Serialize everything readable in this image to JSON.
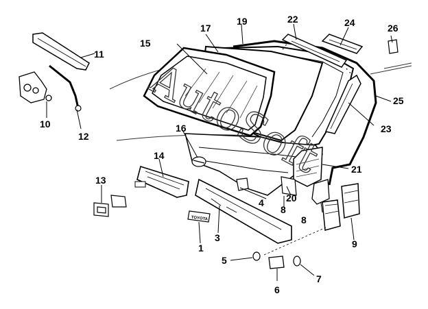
{
  "diagram": {
    "watermark": "AutoSoft",
    "badge_text": "TOYOTA",
    "callouts": [
      {
        "id": "c1",
        "label": "1"
      },
      {
        "id": "c3",
        "label": "3"
      },
      {
        "id": "c4",
        "label": "4"
      },
      {
        "id": "c5",
        "label": "5"
      },
      {
        "id": "c6",
        "label": "6"
      },
      {
        "id": "c7",
        "label": "7"
      },
      {
        "id": "c8",
        "label": "8"
      },
      {
        "id": "c8b",
        "label": "8"
      },
      {
        "id": "c9",
        "label": "9"
      },
      {
        "id": "c10",
        "label": "10"
      },
      {
        "id": "c11",
        "label": "11"
      },
      {
        "id": "c12",
        "label": "12"
      },
      {
        "id": "c13",
        "label": "13"
      },
      {
        "id": "c14",
        "label": "14"
      },
      {
        "id": "c15",
        "label": "15"
      },
      {
        "id": "c16",
        "label": "16"
      },
      {
        "id": "c17",
        "label": "17"
      },
      {
        "id": "c19",
        "label": "19"
      },
      {
        "id": "c20",
        "label": "20"
      },
      {
        "id": "c21",
        "label": "21"
      },
      {
        "id": "c22",
        "label": "22"
      },
      {
        "id": "c23",
        "label": "23"
      },
      {
        "id": "c24",
        "label": "24"
      },
      {
        "id": "c25",
        "label": "25"
      },
      {
        "id": "c26",
        "label": "26"
      }
    ]
  }
}
